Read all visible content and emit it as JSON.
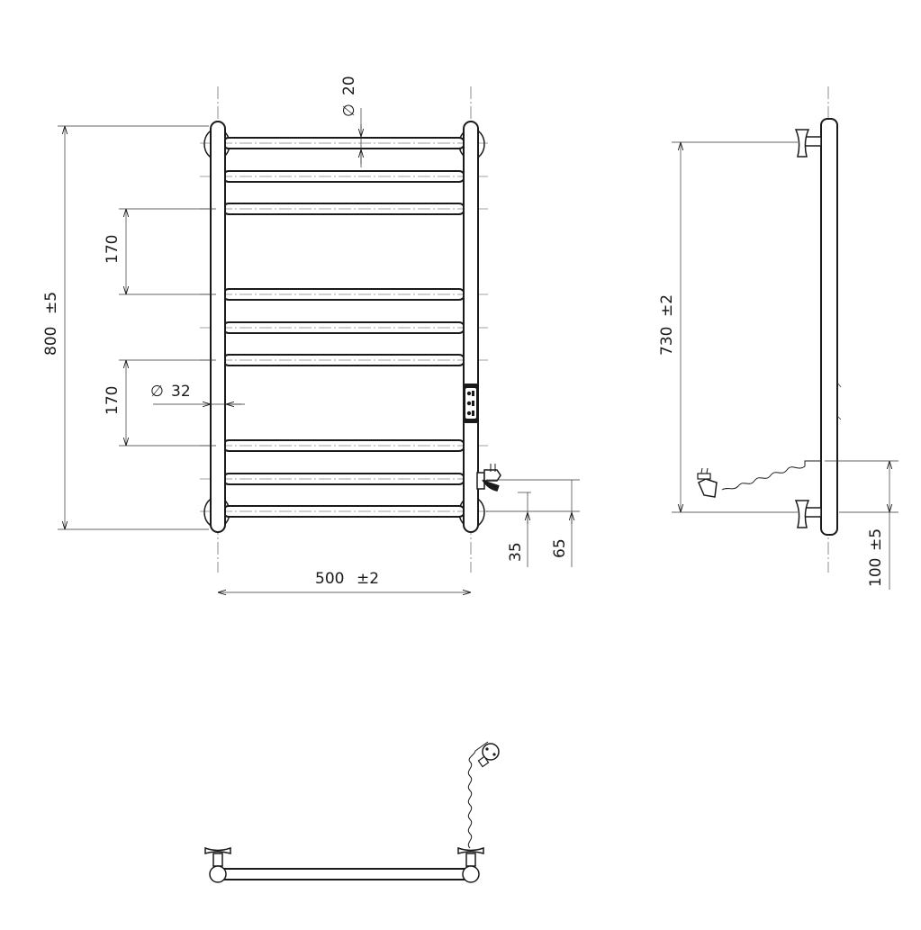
{
  "dimensions": {
    "height_total": "800",
    "height_tol": "±5",
    "pitch_upper": "170",
    "pitch_lower": "170",
    "tube_diameter": "32",
    "bar_diameter": "20",
    "width_total": "500",
    "width_tol": "±2",
    "outlet_offset_1": "35",
    "outlet_offset_2": "65",
    "mount_distance": "730",
    "mount_tol": "±2",
    "wall_offset": "100",
    "wall_tol": "±5"
  },
  "symbols": {
    "diameter": "∅"
  }
}
